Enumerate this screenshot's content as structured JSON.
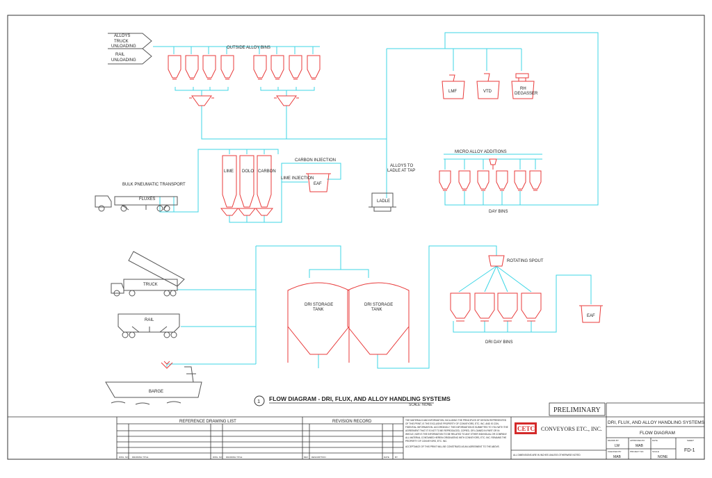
{
  "labels": {
    "alloys": "ALLOYS",
    "truck_unloading_1": "TRUCK",
    "truck_unloading_2": "UNLOADING",
    "rail_unloading_1": "RAIL",
    "rail_unloading_2": "UNLOADING",
    "outside_alloy_bins": "OUTSIDE ALLOY BINS",
    "lmf": "LMF",
    "vtd": "VTD",
    "rh_degasser_1": "RH",
    "rh_degasser_2": "DEGASSER",
    "bulk_pneumatic": "BULK PNEUMATIC TRANSPORT",
    "fluxes": "FLUXES",
    "lime": "LIME",
    "dolo": "DOLO",
    "carbon": "CARBON",
    "carbon_injection": "CARBON INJECTION",
    "lime_injection": "LIME INJECTION",
    "eaf_top": "EAF",
    "alloys_to_ladle_1": "ALLOYS TO",
    "alloys_to_ladle_2": "LADLE AT TAP",
    "ladle": "LADLE",
    "micro_alloy": "MICRO ALLOY ADDITIONS",
    "day_bins": "DAY BINS",
    "truck": "TRUCK",
    "rail": "RAIL",
    "barge": "BARGE",
    "dri_tank_left_1": "DRI STORAGE",
    "dri_tank_left_2": "TANK",
    "dri_tank_right_1": "DRI STORAGE",
    "dri_tank_right_2": "TANK",
    "rotating_spout": "ROTATING SPOUT",
    "dri_day_bins": "DRI DAY BINS",
    "eaf_bottom": "EAF"
  },
  "title": {
    "number": "1",
    "text": "FLOW DIAGRAM - DRI, FLUX, AND ALLOY HANDLING SYSTEMS",
    "scale": "SCALE: NONE"
  },
  "title_block": {
    "preliminary": "PRELIMINARY",
    "reference_list": "REFERENCE DRAWING LIST",
    "revision_record": "REVISION RECORD",
    "ref_col_1": "DWG. NO.",
    "ref_col_2": "DRAWING TITLE",
    "rev_col_1": "REV",
    "rev_col_2": "DESCRIPTION",
    "rev_col_3": "DATE",
    "rev_col_4": "BY",
    "notice_1": "THE MATERIALS AND INFORMATION, INCLUDING THE PRINCIPLES OF DESIGN REPRESENTED",
    "notice_2": "OF THIS PRINT, IS THE EXCLUSIVE PROPERTY OF CONVEYORS, ETC. INC. AND IS CON-",
    "notice_3": "FIDENTIAL INFORMATION. ACCORDINGLY, THIS INFORMATION IS SUBMITTED TO YOU WITH THE",
    "notice_4": "AGREEMENT THAT IT IS NOT TO BE REPRODUCED, COPIED, OR LOANED IN PART OR IN",
    "notice_5": "WHOLE, NOR IS THE INFORMATION TO BE RELATED TO ANY OTHER INDIVIDUAL OR COMPANY.",
    "notice_6": "ALL MATERIAL CONTAINED HEREIN ORIGINATING WITH CONVEYORS, ETC. INC. REMAINS THE",
    "notice_7": "PROPERTY OF CONVEYORS, ETC. INC.",
    "notice_8": "ACCEPTANCE OF THIS PRINT WILL BE CONSTRUED AS AN AGREEMENT TO THE ABOVE.",
    "logo": "CETC",
    "company": "CONVEYORS ETC., INC.",
    "dims_note": "ALL DIMENSIONS ARE IN INCHES UNLESS OTHERWISE NOTED",
    "drawing_title_1": "DRI, FLUX, AND ALLOY HANDLING SYSTEMS",
    "drawing_title_2": "FLOW DIAGRAM",
    "drawn_by_label": "DRAWN BY",
    "drawn_by": "LW",
    "approved_label": "APPROVED BY",
    "approved": "MAB",
    "date_label": "DATE",
    "checked_label": "CHECKED BY",
    "checked": "MAB",
    "project_label": "PROJECT NO.",
    "scale_label": "SCALE",
    "scale": "NONE",
    "sheet_label": "SHEET",
    "sheet": "FD-1"
  },
  "colors": {
    "pipe": "#3ed6e6",
    "equipment": "#e83a3a",
    "vehicle": "#555555",
    "logo": "#d42a2a"
  }
}
